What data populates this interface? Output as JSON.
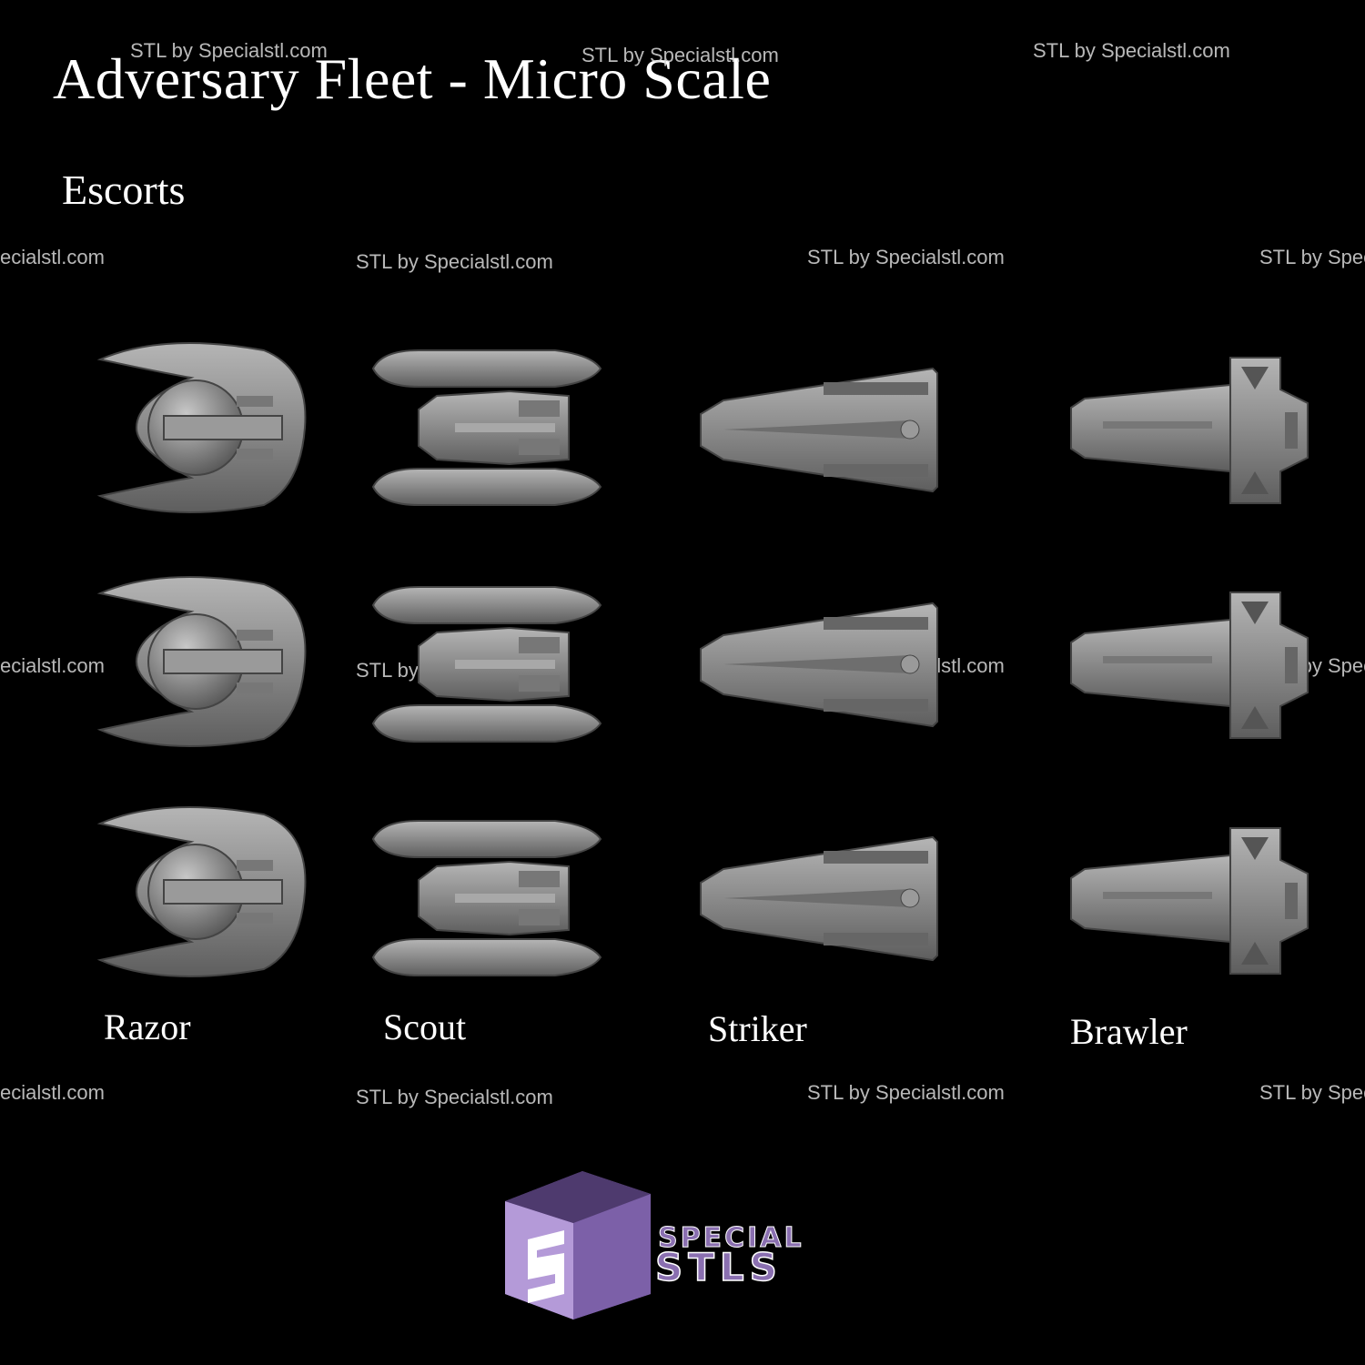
{
  "title": "Adversary Fleet - Micro Scale",
  "subtitle": "Escorts",
  "watermark": "STL by Specialstl.com",
  "watermark_cut_left": "ecialstl.com",
  "watermark_cut_right": "STL by Spec",
  "ships": [
    {
      "name": "Razor"
    },
    {
      "name": "Scout"
    },
    {
      "name": "Striker"
    },
    {
      "name": "Brawler"
    }
  ],
  "logo": {
    "line1": "SPECIAL",
    "line2": "STLS"
  },
  "colors": {
    "background": "#000000",
    "ship_gray": "#8c8c8c",
    "logo_purple": "#8a6fb0"
  }
}
